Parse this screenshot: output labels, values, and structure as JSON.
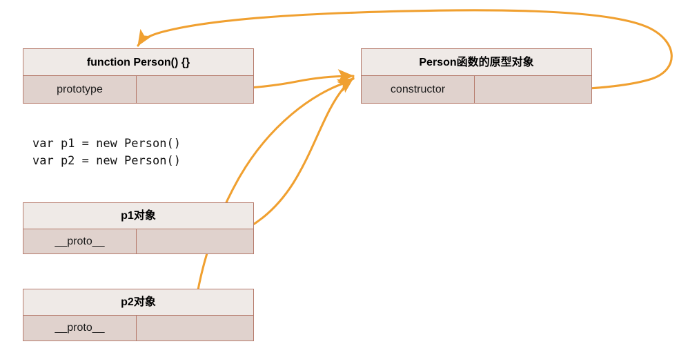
{
  "diagram": {
    "title": "JavaScript prototype chain diagram",
    "accent_color": "#f0a030",
    "box_border_color": "#b5796a",
    "header_fill": "#efeae7",
    "row_fill": "#e0d2cd",
    "boxes": [
      {
        "id": "person-function",
        "header": "function Person() {}",
        "key": "prototype",
        "value": ""
      },
      {
        "id": "person-prototype",
        "header": "Person函数的原型对象",
        "key": "constructor",
        "value": ""
      },
      {
        "id": "p1-object",
        "header": "p1对象",
        "key": "__proto__",
        "value": ""
      },
      {
        "id": "p2-object",
        "header": "p2对象",
        "key": "__proto__",
        "value": ""
      }
    ],
    "code": "var p1 = new Person()\nvar p2 = new Person()",
    "code_lines": [
      "var p1 = new Person()",
      "var p2 = new Person()"
    ],
    "arrows": [
      {
        "name": "prototype-to-prototype-object",
        "from": "function Person() {} . prototype",
        "to": "Person函数的原型对象"
      },
      {
        "name": "constructor-to-person-function",
        "from": "Person函数的原型对象 . constructor",
        "to": "function Person() {}"
      },
      {
        "name": "p1-proto-to-prototype-object",
        "from": "p1对象 . __proto__",
        "to": "Person函数的原型对象"
      },
      {
        "name": "p2-proto-to-prototype-object",
        "from": "p2对象 . __proto__",
        "to": "Person函数的原型对象"
      }
    ]
  }
}
